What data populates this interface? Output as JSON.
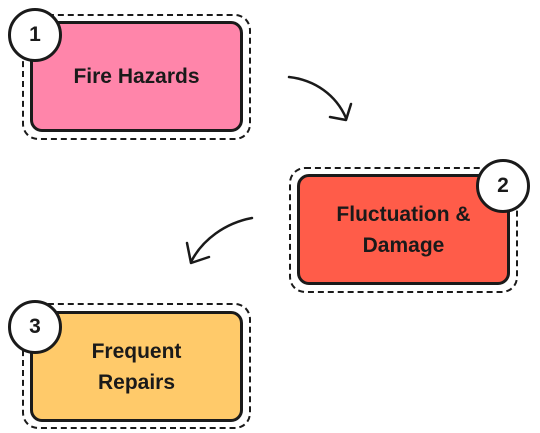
{
  "steps": [
    {
      "number": "1",
      "label": "Fire Hazards",
      "color": "#ff85aa"
    },
    {
      "number": "2",
      "label": "Fluctuation &\nDamage",
      "color": "#ff5c49"
    },
    {
      "number": "3",
      "label": "Frequent\nRepairs",
      "color": "#ffca6a"
    }
  ],
  "colors": {
    "outline": "#1a1a1a",
    "background": "#ffffff"
  }
}
